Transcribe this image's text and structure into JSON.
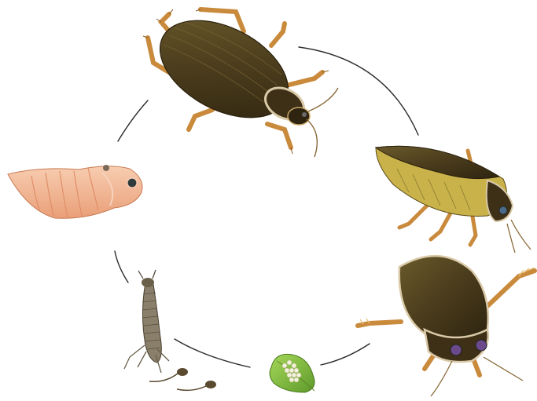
{
  "diagram": {
    "kind": "life-cycle",
    "subject": "diving beetle",
    "stages": [
      {
        "id": "adult-beetle",
        "icon": "adult-beetle-icon"
      },
      {
        "id": "adult-beetle-side",
        "icon": "beetle-side-view-icon"
      },
      {
        "id": "adult-beetle-front",
        "icon": "beetle-front-view-icon"
      },
      {
        "id": "eggs",
        "icon": "eggs-on-leaf-icon"
      },
      {
        "id": "larva",
        "icon": "larva-icon"
      },
      {
        "id": "pupa",
        "icon": "pupa-icon"
      }
    ],
    "colors": {
      "background": "#ffffff",
      "arrow": "#2b2b2b",
      "shell": "#4a3c1c",
      "shell_highlight": "#6b5a2c",
      "legs": "#c98a3c",
      "underside": "#c9b24a",
      "pupa": "#f2b08c",
      "leaf": "#8dc63f",
      "egg": "#f3f0dc",
      "larva": "#8a7f6a"
    }
  }
}
